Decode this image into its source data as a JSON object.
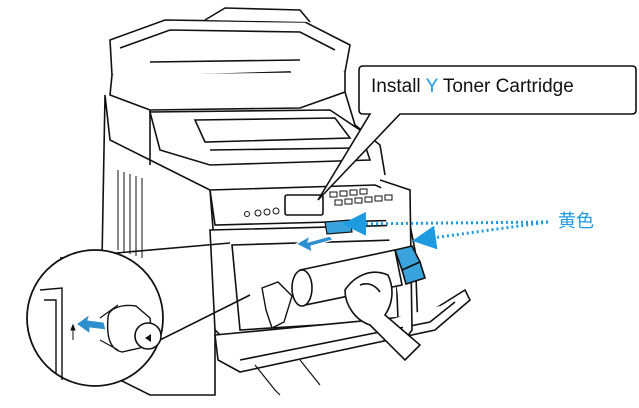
{
  "callout": {
    "prefix": "Install ",
    "color_letter": "Y",
    "suffix": " Toner Cartridge"
  },
  "color_label": "黄色",
  "colors": {
    "accent": "#1e9be0",
    "toner_highlight": "#3aa3dd",
    "line": "#111111"
  },
  "icons": [
    "printer-illustration",
    "hand-illustration",
    "toner-cartridge",
    "dotted-arrow",
    "insert-arrow",
    "magnifier-circle"
  ]
}
